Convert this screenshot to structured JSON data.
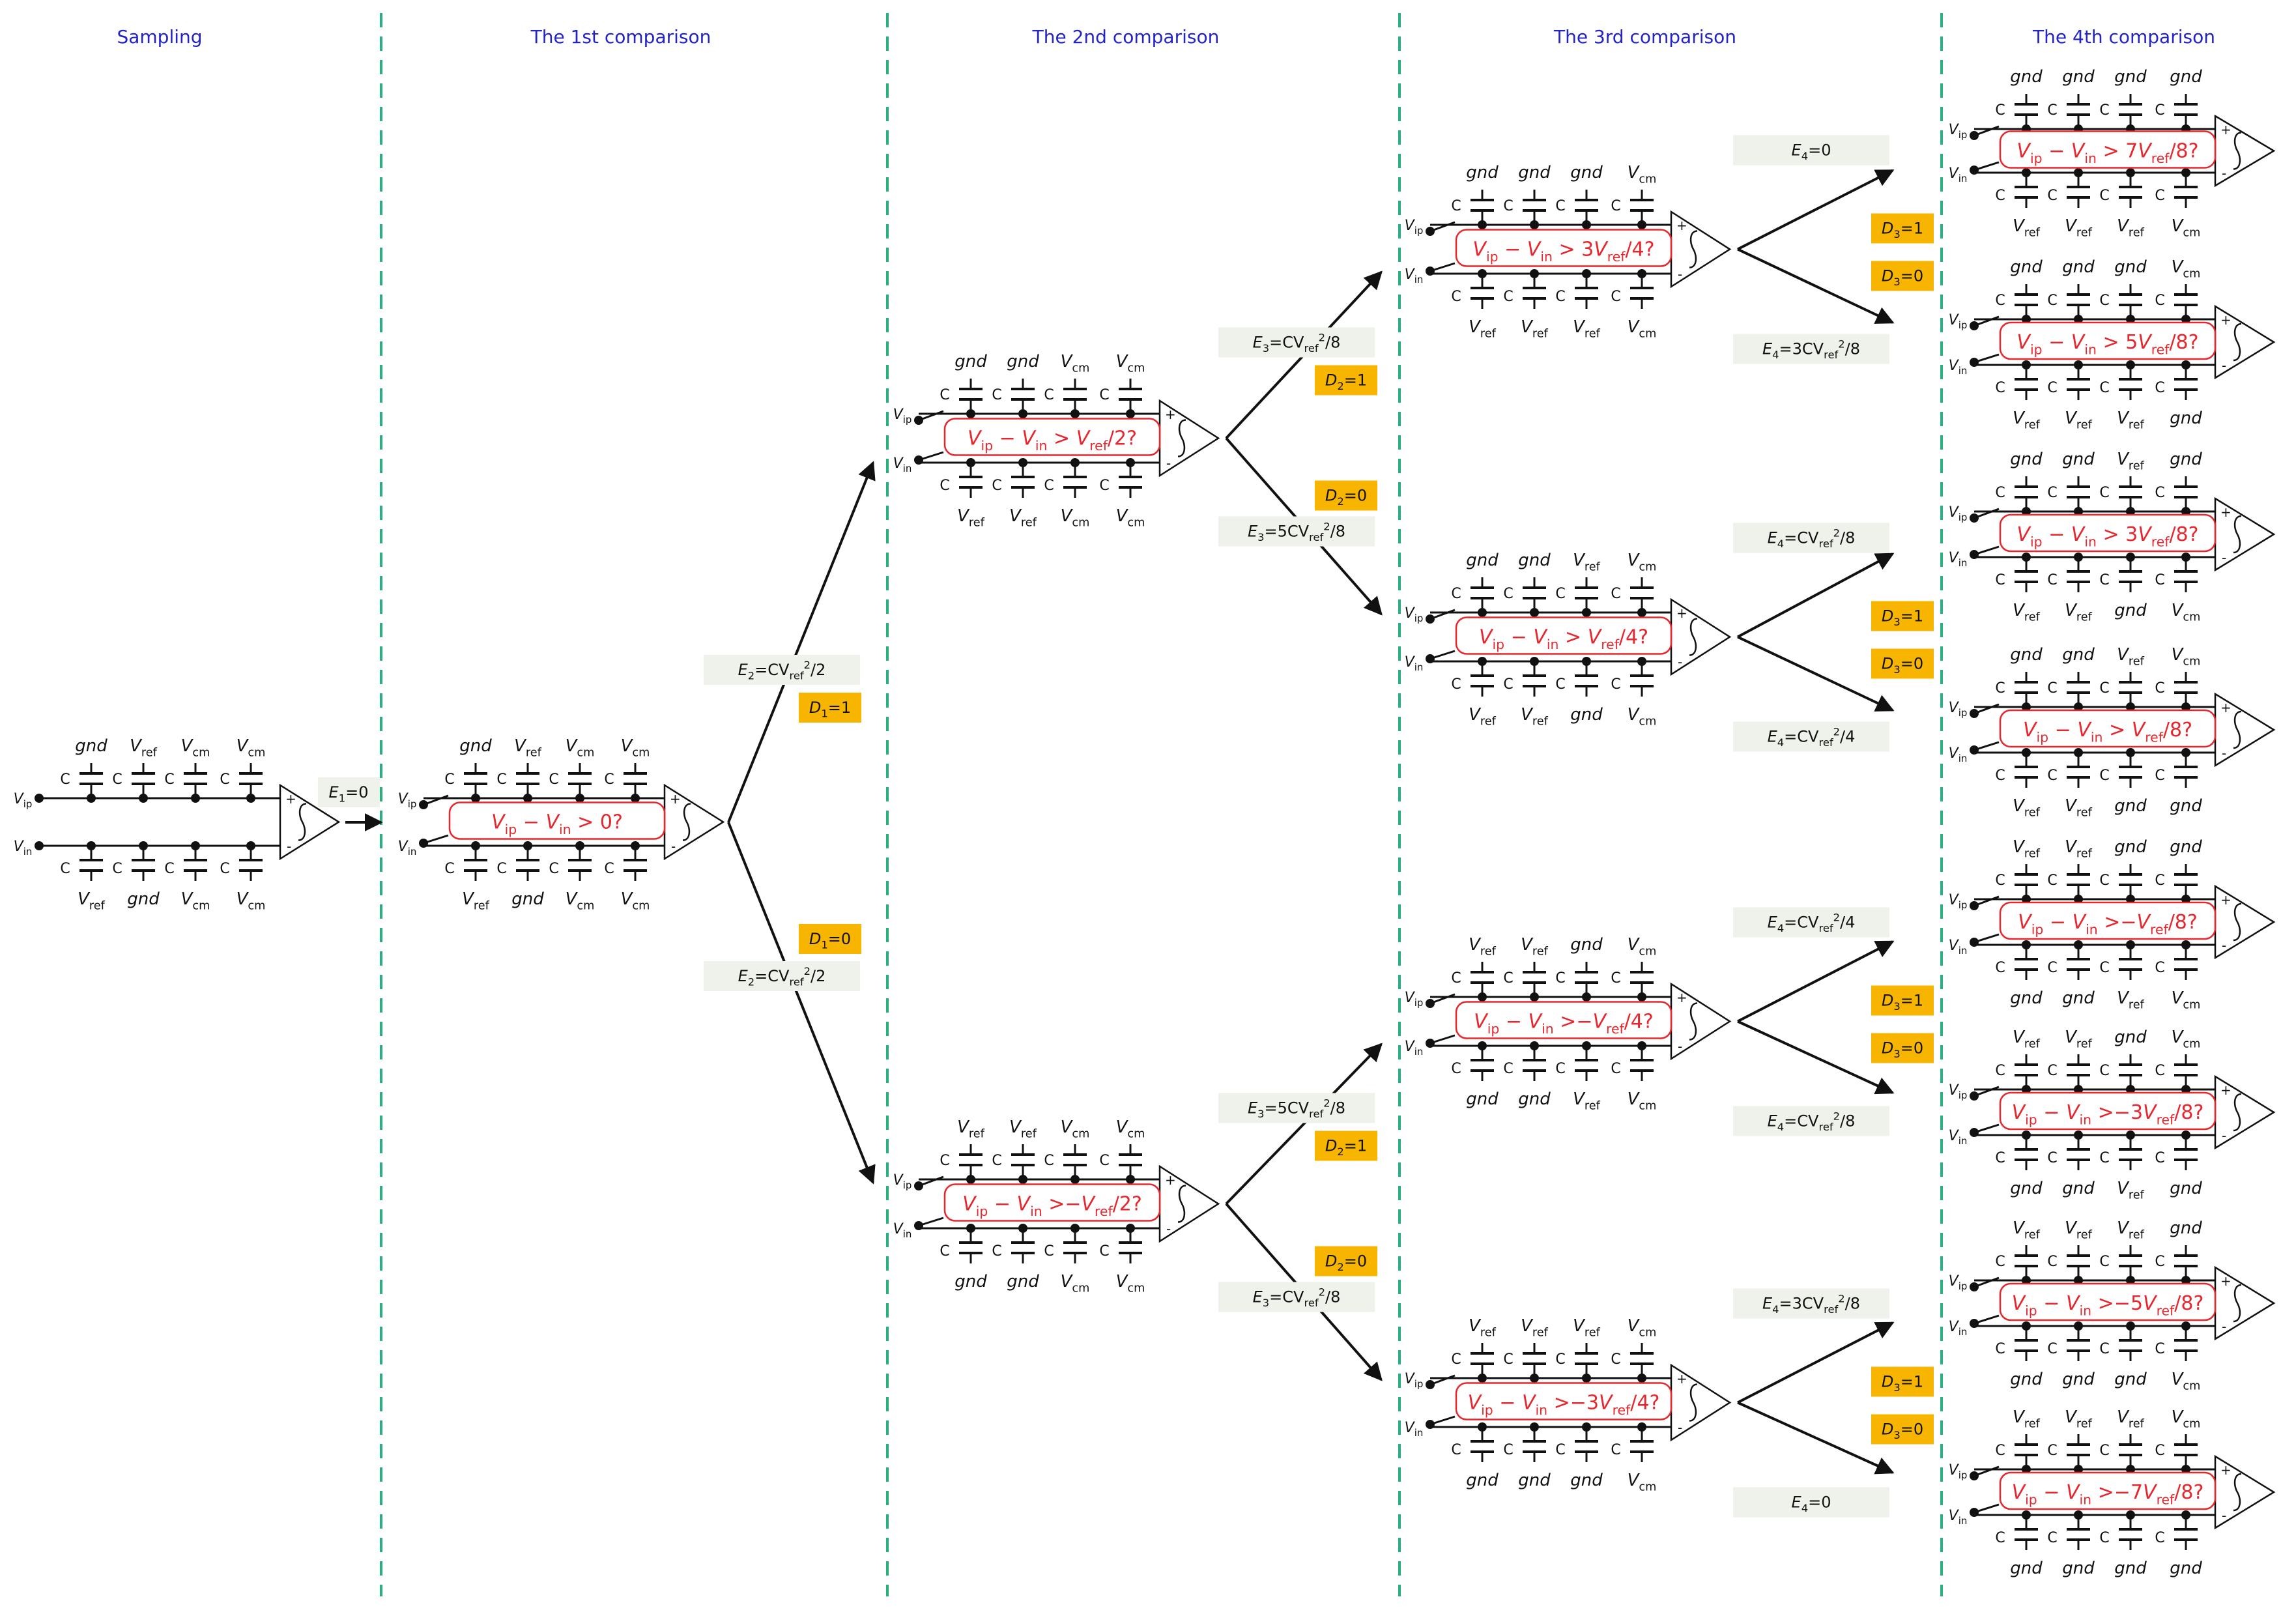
{
  "stages": [
    "Sampling",
    "The 1st comparison",
    "The 2nd comparison",
    "The 3rd comparison",
    "The 4th comparison"
  ],
  "labels": {
    "vip": "Vip",
    "vin": "Vin",
    "c": "C"
  },
  "sampling": {
    "top": [
      "gnd",
      "Vref",
      "Vcm",
      "Vcm"
    ],
    "bottom": [
      "Vref",
      "gnd",
      "Vcm",
      "Vcm"
    ]
  },
  "e1": "E1=0",
  "cmp1": {
    "top": [
      "gnd",
      "Vref",
      "Vcm",
      "Vcm"
    ],
    "bottom": [
      "Vref",
      "gnd",
      "Vcm",
      "Vcm"
    ],
    "cond": "Vip − Vin > 0?"
  },
  "branches1": {
    "upper_e": "E2=CVref2/2",
    "upper_d": "D1=1",
    "lower_d": "D1=0",
    "lower_e": "E2=CVref2/2"
  },
  "cmp2": [
    {
      "top": [
        "gnd",
        "gnd",
        "Vcm",
        "Vcm"
      ],
      "bottom": [
        "Vref",
        "Vref",
        "Vcm",
        "Vcm"
      ],
      "cond": "Vip − Vin > Vref/2?"
    },
    {
      "top": [
        "Vref",
        "Vref",
        "Vcm",
        "Vcm"
      ],
      "bottom": [
        "gnd",
        "gnd",
        "Vcm",
        "Vcm"
      ],
      "cond": "Vip − Vin >−Vref/2?"
    }
  ],
  "branches2": [
    {
      "upper_e": "E3=CVref2/8",
      "upper_d": "D2=1",
      "lower_d": "D2=0",
      "lower_e": "E3=5CVref2/8"
    },
    {
      "upper_e": "E3=5CVref2/8",
      "upper_d": "D2=1",
      "lower_d": "D2=0",
      "lower_e": "E3=CVref2/8"
    }
  ],
  "cmp3": [
    {
      "top": [
        "gnd",
        "gnd",
        "gnd",
        "Vcm"
      ],
      "bottom": [
        "Vref",
        "Vref",
        "Vref",
        "Vcm"
      ],
      "cond": "Vip − Vin > 3Vref/4?"
    },
    {
      "top": [
        "gnd",
        "gnd",
        "Vref",
        "Vcm"
      ],
      "bottom": [
        "Vref",
        "Vref",
        "gnd",
        "Vcm"
      ],
      "cond": "Vip − Vin > Vref/4?"
    },
    {
      "top": [
        "Vref",
        "Vref",
        "gnd",
        "Vcm"
      ],
      "bottom": [
        "gnd",
        "gnd",
        "Vref",
        "Vcm"
      ],
      "cond": "Vip − Vin >−Vref/4?"
    },
    {
      "top": [
        "Vref",
        "Vref",
        "Vref",
        "Vcm"
      ],
      "bottom": [
        "gnd",
        "gnd",
        "gnd",
        "Vcm"
      ],
      "cond": "Vip − Vin >−3Vref/4?"
    }
  ],
  "branches3": [
    {
      "upper_e": "E4=0",
      "upper_d": "D3=1",
      "lower_d": "D3=0",
      "lower_e": "E4=3CVref2/8"
    },
    {
      "upper_e": "E4=CVref2/8",
      "upper_d": "D3=1",
      "lower_d": "D3=0",
      "lower_e": "E4=CVref2/4"
    },
    {
      "upper_e": "E4=CVref2/4",
      "upper_d": "D3=1",
      "lower_d": "D3=0",
      "lower_e": "E4=CVref2/8"
    },
    {
      "upper_e": "E4=3CVref2/8",
      "upper_d": "D3=1",
      "lower_d": "D3=0",
      "lower_e": "E4=0"
    }
  ],
  "cmp4": [
    {
      "top": [
        "gnd",
        "gnd",
        "gnd",
        "gnd"
      ],
      "bottom": [
        "Vref",
        "Vref",
        "Vref",
        "Vcm"
      ],
      "cond": "Vip − Vin > 7Vref/8?"
    },
    {
      "top": [
        "gnd",
        "gnd",
        "gnd",
        "Vcm"
      ],
      "bottom": [
        "Vref",
        "Vref",
        "Vref",
        "gnd"
      ],
      "cond": "Vip − Vin > 5Vref/8?"
    },
    {
      "top": [
        "gnd",
        "gnd",
        "Vref",
        "gnd"
      ],
      "bottom": [
        "Vref",
        "Vref",
        "gnd",
        "Vcm"
      ],
      "cond": "Vip − Vin > 3Vref/8?"
    },
    {
      "top": [
        "gnd",
        "gnd",
        "Vref",
        "Vcm"
      ],
      "bottom": [
        "Vref",
        "Vref",
        "gnd",
        "gnd"
      ],
      "cond": "Vip − Vin > Vref/8?"
    },
    {
      "top": [
        "Vref",
        "Vref",
        "gnd",
        "gnd"
      ],
      "bottom": [
        "gnd",
        "gnd",
        "Vref",
        "Vcm"
      ],
      "cond": "Vip − Vin >−Vref/8?"
    },
    {
      "top": [
        "Vref",
        "Vref",
        "gnd",
        "Vcm"
      ],
      "bottom": [
        "gnd",
        "gnd",
        "Vref",
        "gnd"
      ],
      "cond": "Vip − Vin >−3Vref/8?"
    },
    {
      "top": [
        "Vref",
        "Vref",
        "Vref",
        "gnd"
      ],
      "bottom": [
        "gnd",
        "gnd",
        "gnd",
        "Vcm"
      ],
      "cond": "Vip − Vin >−5Vref/8?"
    },
    {
      "top": [
        "Vref",
        "Vref",
        "Vref",
        "Vcm"
      ],
      "bottom": [
        "gnd",
        "gnd",
        "gnd",
        "gnd"
      ],
      "cond": "Vip − Vin >−7Vref/8?"
    }
  ],
  "colors": {
    "stage_title": "#2323c8",
    "divider": "#2ab07e",
    "condition": "#e8262e",
    "decision_fill": "#f7b500",
    "energy_fill": "#eef2ea",
    "line": "#111111"
  }
}
